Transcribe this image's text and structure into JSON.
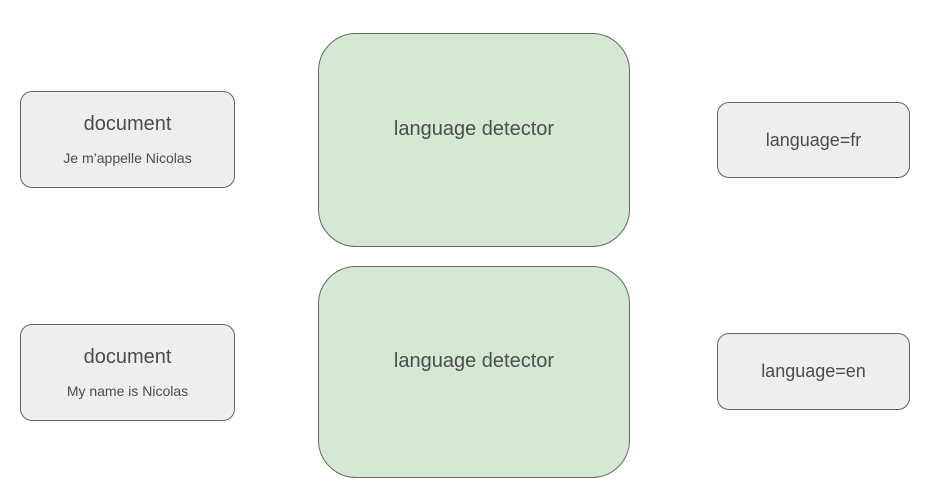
{
  "colors": {
    "background": "#ffffff",
    "document_node_fill": "#eeeeee",
    "detector_node_fill": "#d5e8d4",
    "node_border": "#666666",
    "text": "#4d4d4d"
  },
  "diagram": {
    "rows": [
      {
        "document": {
          "title": "document",
          "content": "Je m’appelle Nicolas"
        },
        "processor": {
          "label": "language detector"
        },
        "output": {
          "label": "language=fr"
        }
      },
      {
        "document": {
          "title": "document",
          "content": "My name is Nicolas"
        },
        "processor": {
          "label": "language detector"
        },
        "output": {
          "label": "language=en"
        }
      }
    ]
  }
}
